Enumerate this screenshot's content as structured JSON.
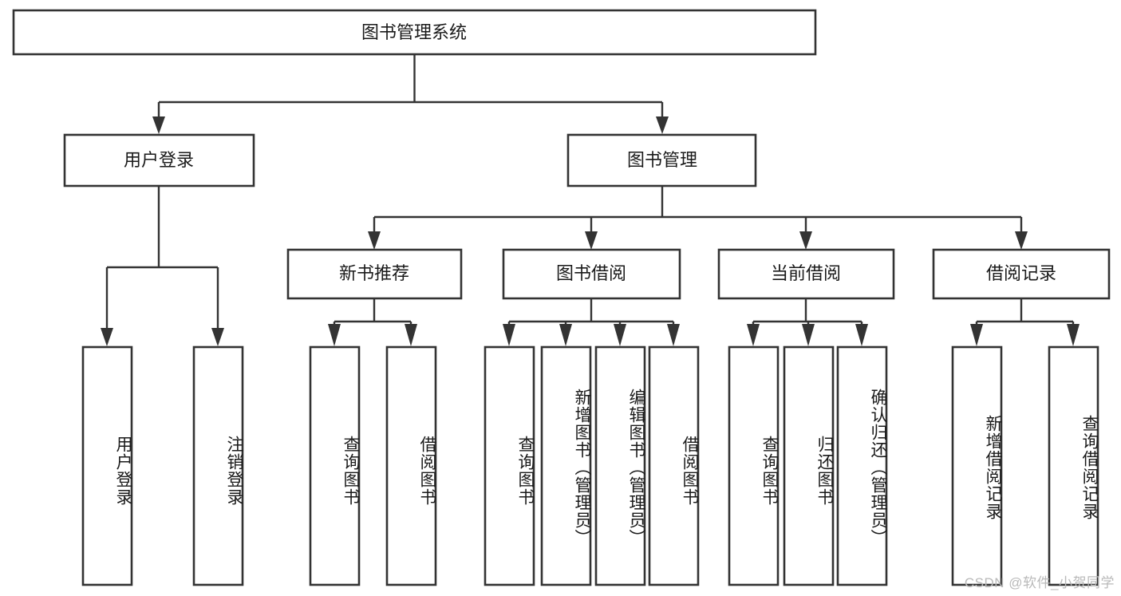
{
  "diagram": {
    "title": "图书管理系统",
    "type": "tree",
    "colors": {
      "box_stroke": "#333333",
      "box_fill": "#ffffff",
      "line": "#333333",
      "text": "#1a1a1a",
      "watermark": "#b9b9b9",
      "background": "#ffffff"
    },
    "root": {
      "label": "图书管理系统",
      "id": "root"
    },
    "level2": [
      {
        "id": "user-login",
        "label": "用户登录"
      },
      {
        "id": "book-management",
        "label": "图书管理"
      }
    ],
    "level3": [
      {
        "id": "new-book-recommend",
        "label": "新书推荐",
        "parent": "book-management"
      },
      {
        "id": "book-borrow",
        "label": "图书借阅",
        "parent": "book-management"
      },
      {
        "id": "current-borrow",
        "label": "当前借阅",
        "parent": "book-management"
      },
      {
        "id": "borrow-record",
        "label": "借阅记录",
        "parent": "book-management"
      }
    ],
    "leaves": [
      {
        "id": "leaf-user-login",
        "label": "用户登录",
        "parent": "user-login"
      },
      {
        "id": "leaf-logout-login",
        "label": "注销登录",
        "parent": "user-login"
      },
      {
        "id": "leaf-query-book-1",
        "label": "查询图书",
        "parent": "new-book-recommend"
      },
      {
        "id": "leaf-borrow-book-1",
        "label": "借阅图书",
        "parent": "new-book-recommend"
      },
      {
        "id": "leaf-query-book-2",
        "label": "查询图书",
        "parent": "book-borrow"
      },
      {
        "id": "leaf-add-book",
        "label": "新增图书（管理员）",
        "parent": "book-borrow"
      },
      {
        "id": "leaf-edit-book",
        "label": "编辑图书（管理员）",
        "parent": "book-borrow"
      },
      {
        "id": "leaf-borrow-book-2",
        "label": "借阅图书",
        "parent": "book-borrow"
      },
      {
        "id": "leaf-query-book-3",
        "label": "查询图书",
        "parent": "current-borrow"
      },
      {
        "id": "leaf-return-book",
        "label": "归还图书",
        "parent": "current-borrow"
      },
      {
        "id": "leaf-confirm-return",
        "label": "确认归还（管理员）",
        "parent": "current-borrow"
      },
      {
        "id": "leaf-add-record",
        "label": "新增借阅记录",
        "parent": "borrow-record"
      },
      {
        "id": "leaf-query-record",
        "label": "查询借阅记录",
        "parent": "borrow-record"
      }
    ]
  },
  "watermark": {
    "text": "CSDN @软件_小贺同学"
  }
}
